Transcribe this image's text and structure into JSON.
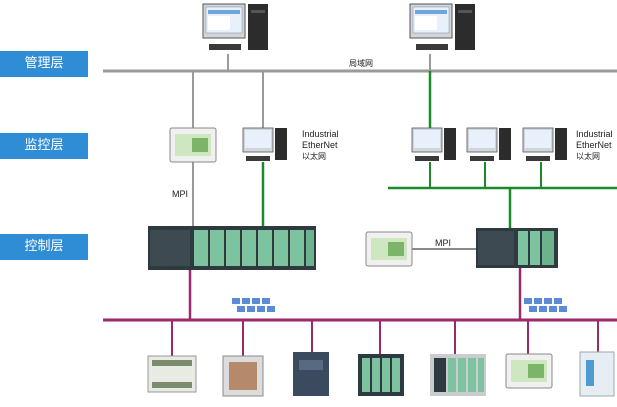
{
  "layers": {
    "management": "管理层",
    "monitoring": "监控层",
    "control": "控制层"
  },
  "labels": {
    "lan": "局域网",
    "mpi_left": "MPI",
    "mpi_right": "MPI",
    "ethernet_left": [
      "Industrial",
      "EtherNet",
      "以太网"
    ],
    "ethernet_right": [
      "Industrial",
      "EtherNet",
      "以太网"
    ]
  },
  "colors": {
    "layer_tab": "#2e8dd4",
    "lan_bus": "#9a9a9a",
    "ethernet": "#1a8a2a",
    "profibus": "#9b2a6b",
    "mpi": "#8a8a8a"
  }
}
